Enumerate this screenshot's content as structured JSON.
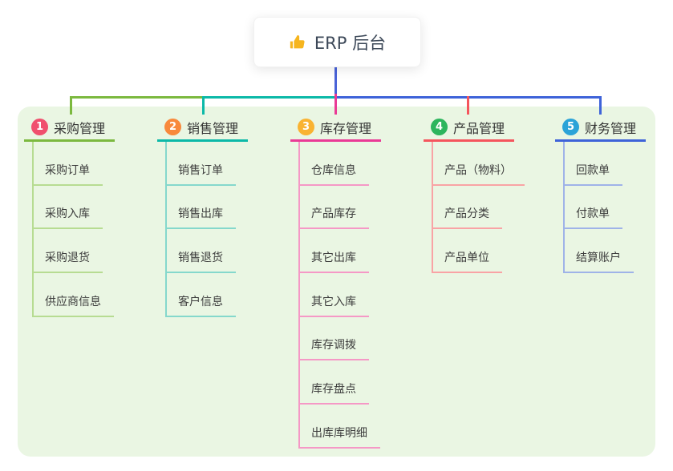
{
  "root": {
    "label": "ERP 后台",
    "icon": "thumbs-up-icon",
    "icon_color": "#f6b51e",
    "connector_color": "#4a63d8"
  },
  "panel": {
    "background_color": "#eaf6e3"
  },
  "branches": [
    {
      "num": "1",
      "label": "采购管理",
      "line_color": "#7cb93f",
      "child_line_color": "#b7dc92",
      "badge_color": "#f0506e",
      "children": [
        "采购订单",
        "采购入库",
        "采购退货",
        "供应商信息"
      ]
    },
    {
      "num": "2",
      "label": "销售管理",
      "line_color": "#0cb9a8",
      "child_line_color": "#85d8cc",
      "badge_color": "#f8893c",
      "children": [
        "销售订单",
        "销售出库",
        "销售退货",
        "客户信息"
      ]
    },
    {
      "num": "3",
      "label": "库存管理",
      "line_color": "#ea3a96",
      "child_line_color": "#f598c6",
      "badge_color": "#f9b332",
      "children": [
        "仓库信息",
        "产品库存",
        "其它出库",
        "其它入库",
        "库存调拨",
        "库存盘点",
        "出库库明细"
      ]
    },
    {
      "num": "4",
      "label": "产品管理",
      "line_color": "#f5555d",
      "child_line_color": "#f9a3a5",
      "badge_color": "#2db55d",
      "children": [
        "产品（物料）",
        "产品分类",
        "产品单位"
      ]
    },
    {
      "num": "5",
      "label": "财务管理",
      "line_color": "#3e63d9",
      "child_line_color": "#9fb3e8",
      "badge_color": "#2ba3d8",
      "children": [
        "回款单",
        "付款单",
        "结算账户"
      ]
    }
  ]
}
